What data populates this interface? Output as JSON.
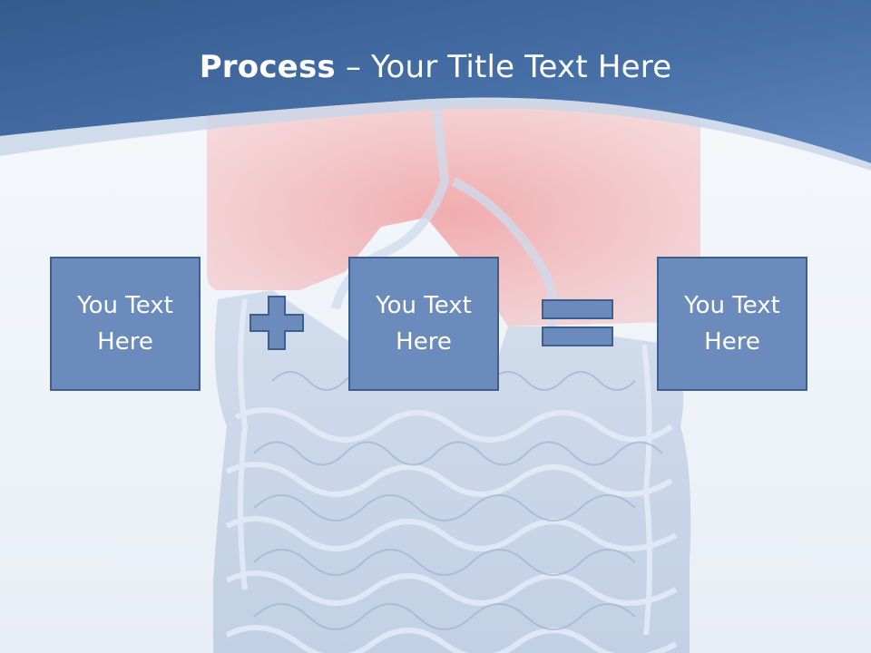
{
  "slide": {
    "title_bold": "Process",
    "title_rest": " – Your Title Text Here",
    "boxes": [
      {
        "label": "You Text Here"
      },
      {
        "label": "You Text Here"
      },
      {
        "label": "You Text Here"
      }
    ],
    "operators": [
      "plus-icon",
      "equals-icon"
    ]
  },
  "colors": {
    "header_blue": "#3f679b",
    "box_fill": "#6a8bbb",
    "box_border": "#3e5f8e",
    "title_text": "#ffffff"
  }
}
